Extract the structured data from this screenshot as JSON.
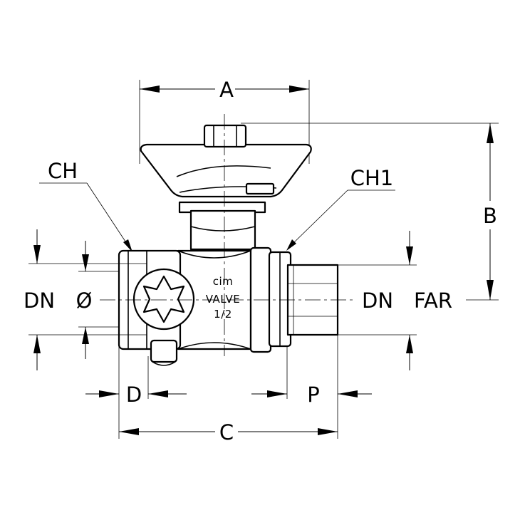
{
  "labels": {
    "A": "A",
    "B": "B",
    "C": "C",
    "D": "D",
    "P": "P",
    "CH": "CH",
    "CH1": "CH1",
    "DN_left": "DN",
    "diameter": "Ø",
    "DN_right": "DN",
    "FAR": "FAR"
  },
  "body_marking": {
    "brand": "cim",
    "type": "VALVE",
    "size": "1/2"
  }
}
